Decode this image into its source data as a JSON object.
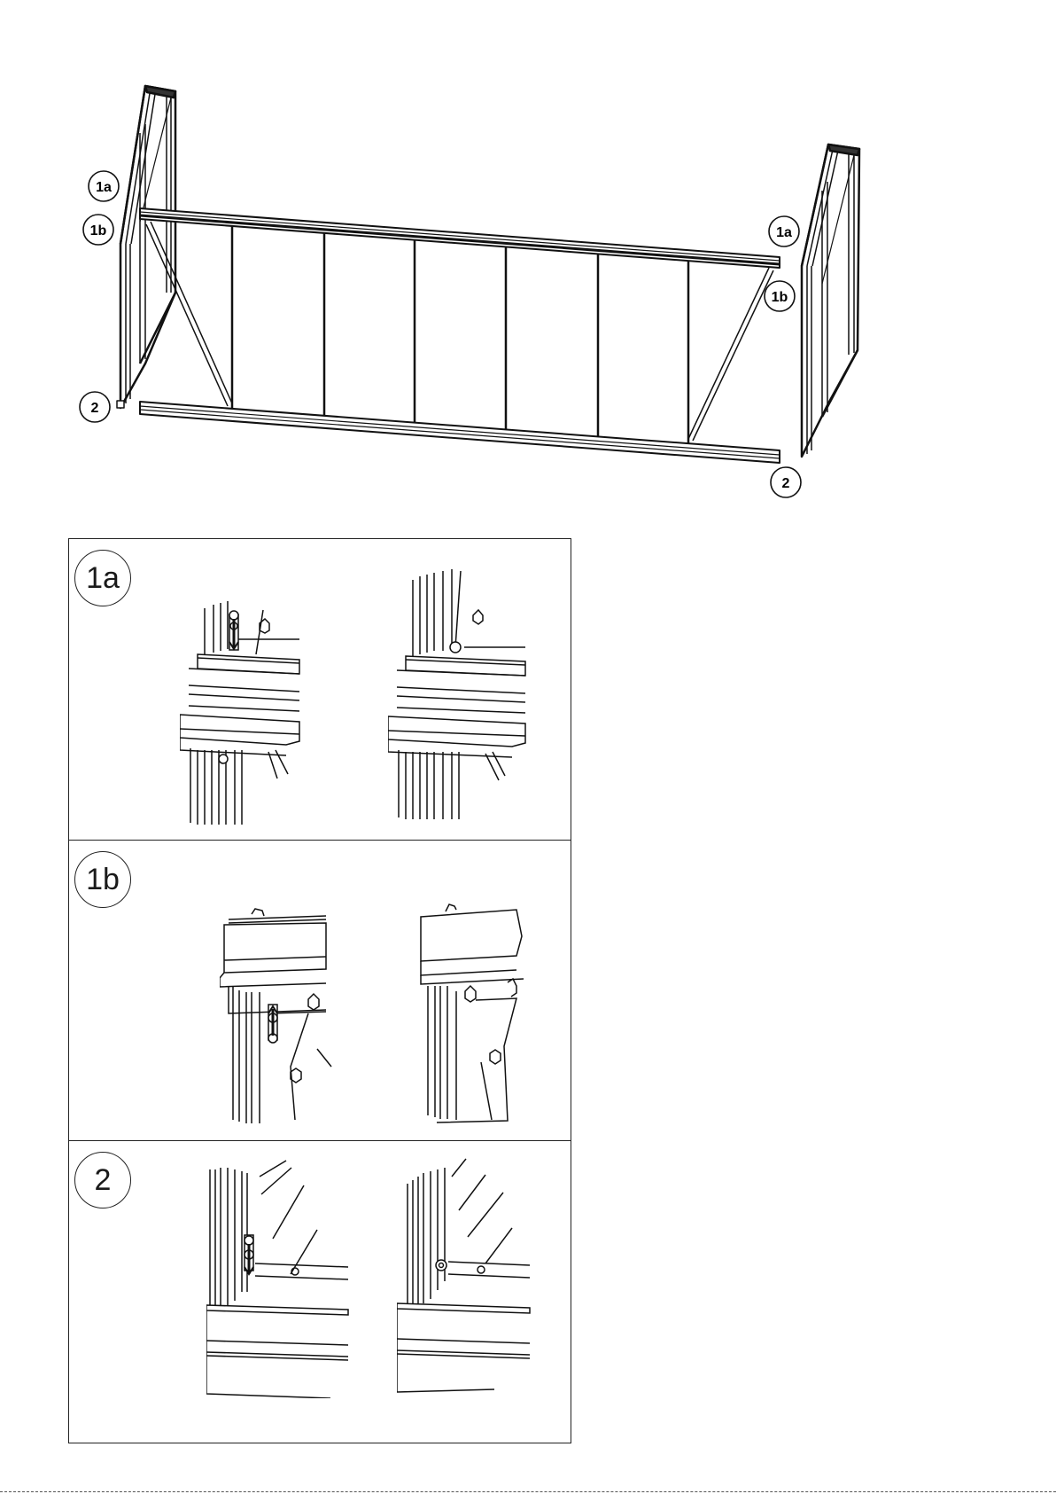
{
  "overview": {
    "callouts": {
      "left_1a": "1a",
      "left_1b": "1b",
      "left_2": "2",
      "right_1a": "1a",
      "right_1b": "1b",
      "right_2": "2"
    }
  },
  "steps": [
    {
      "badge": "1a"
    },
    {
      "badge": "1b"
    },
    {
      "badge": "2"
    }
  ]
}
